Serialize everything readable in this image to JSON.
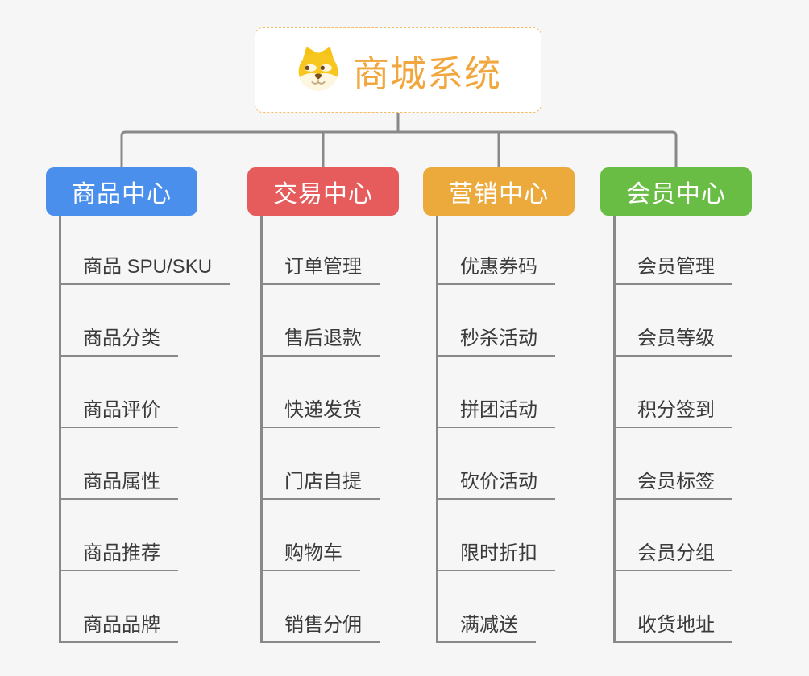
{
  "canvas": {
    "background": "#f6f6f6"
  },
  "connector_color": "#898989",
  "root": {
    "title": "商城系统",
    "title_color": "#f1a73d",
    "border_color": "#f6bb66",
    "background": "#ffffff",
    "icon": "shiba-dog-icon"
  },
  "branches": [
    {
      "label": "商品中心",
      "color": "#4a8fec",
      "items": [
        "商品 SPU/SKU",
        "商品分类",
        "商品评价",
        "商品属性",
        "商品推荐",
        "商品品牌"
      ]
    },
    {
      "label": "交易中心",
      "color": "#e65c5c",
      "items": [
        "订单管理",
        "售后退款",
        "快递发货",
        "门店自提",
        "购物车",
        "销售分佣"
      ]
    },
    {
      "label": "营销中心",
      "color": "#ecaa3c",
      "items": [
        "优惠券码",
        "秒杀活动",
        "拼团活动",
        "砍价活动",
        "限时折扣",
        "满减送"
      ]
    },
    {
      "label": "会员中心",
      "color": "#69bd44",
      "items": [
        "会员管理",
        "会员等级",
        "积分签到",
        "会员标签",
        "会员分组",
        "收货地址"
      ]
    }
  ]
}
